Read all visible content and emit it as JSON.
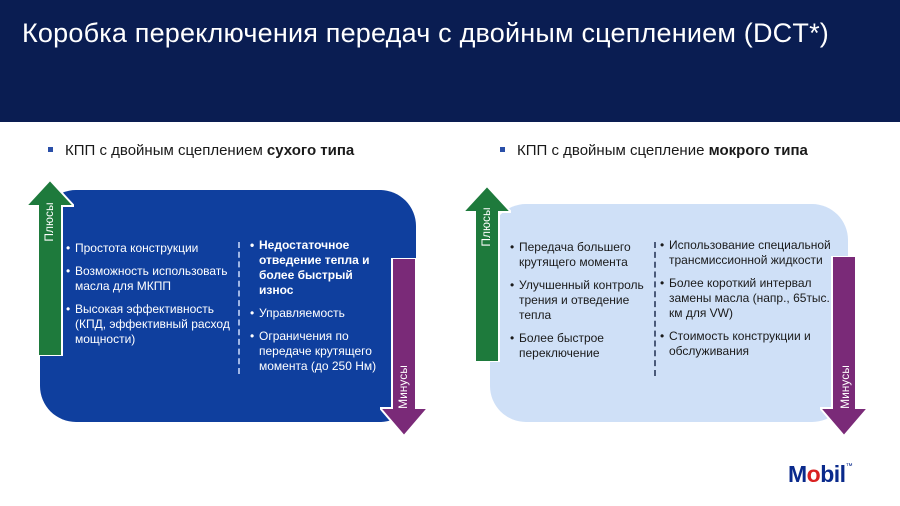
{
  "slide": {
    "title": "Коробка переключения передач с двойным сцеплением (DCT*)"
  },
  "dry": {
    "heading_prefix": "КПП с двойным сцеплением ",
    "heading_bold": "сухого типа",
    "pros_label": "Плюсы",
    "cons_label": "Минусы",
    "pros": [
      "Простота конструкции",
      "Возможность использовать  масла для МКПП",
      "Высокая эффективность (КПД, эффективный расход мощности)"
    ],
    "cons": [
      "Недостаточное отведение тепла и более быстрый износ",
      "Управляемость",
      "Ограничения по передаче крутящего момента (до 250 Нм)"
    ]
  },
  "wet": {
    "heading_prefix": "КПП с двойным сцепление ",
    "heading_bold": "мокрого типа",
    "pros_label": "Плюсы",
    "cons_label": "Минусы",
    "pros": [
      "Передача большего крутящего момента",
      "Улучшенный контроль трения и отведение тепла",
      "Более быстрое переключение"
    ],
    "cons": [
      " Использование специальной трансмиссионной жидкости",
      "Более короткий интервал замены масла (напр., 65тыс. км для VW)",
      "Стоимость конструкции и обслуживания"
    ]
  },
  "logo": {
    "text_m": "M",
    "text_o": "o",
    "text_bil": "bil",
    "tm": "™"
  },
  "colors": {
    "header_bg": "#0a1d52",
    "dry_panel": "#0f3f9e",
    "wet_panel": "#cfe0f7",
    "pros_arrow": "#1e7a3c",
    "cons_arrow": "#7a2a78"
  }
}
